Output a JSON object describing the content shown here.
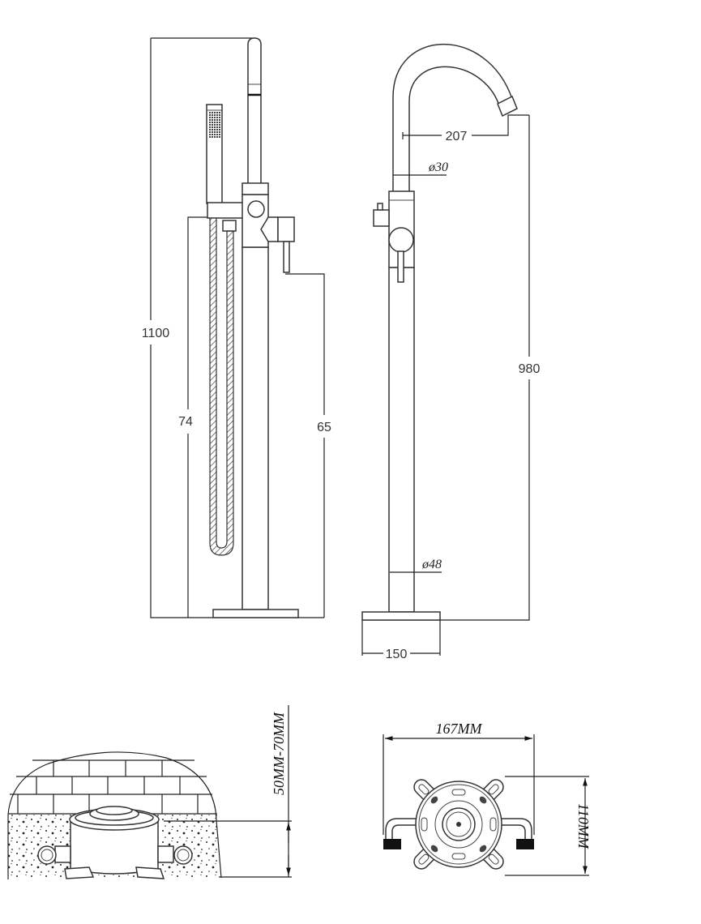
{
  "side_view": {
    "dim_total_height": "1100",
    "dim_hose_bracket_height": "74",
    "dim_lever_height": "65"
  },
  "front_view": {
    "dim_spout_reach": "207",
    "dim_spout_diameter": "ø30",
    "dim_spout_height": "980",
    "dim_body_diameter": "ø48",
    "dim_base_width": "150"
  },
  "installation_section": {
    "dim_depth_range": "50MM-70MM"
  },
  "rough_in_top_view": {
    "dim_width": "167MM",
    "dim_height": "110MM"
  },
  "colors": {
    "line": "#222222",
    "background": "#ffffff"
  }
}
